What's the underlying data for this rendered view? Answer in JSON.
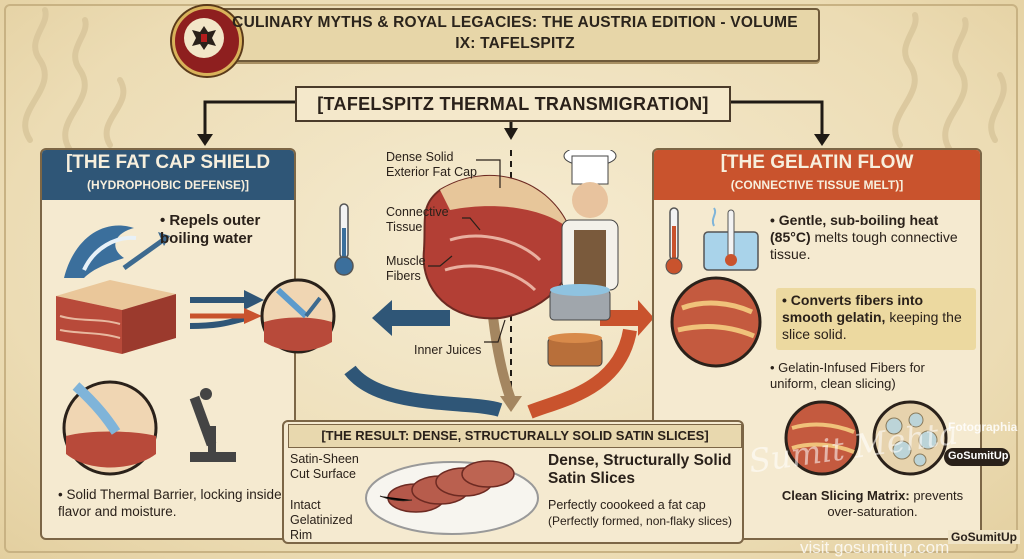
{
  "title": "CULINARY MYTHS & ROYAL LEGACIES: THE AUSTRIA EDITION - VOLUME IX: TAFELSPITZ",
  "section_header": "[TAFELSPITZ THERMAL TRANSMIGRATION]",
  "left_panel": {
    "title": "[THE FAT CAP SHIELD",
    "subtitle": "(HYDROPHOBIC DEFENSE)]",
    "bullet1": "• Repels outer boiling water",
    "bullet2": "• Solid Thermal Barrier, locking inside flavor and moisture."
  },
  "center_labels": {
    "fat_cap": "Dense Solid Exterior Fat Cap",
    "connective": "Connective Tissue",
    "muscle": "Muscle Fibers",
    "juices": "Inner Juices"
  },
  "right_panel": {
    "title": "[THE GELATIN FLOW",
    "subtitle": "(CONNECTIVE TISSUE MELT)]",
    "bullet1_bold": "• Gentle, sub-boiling heat (85°C)",
    "bullet1_rest": "melts tough connective tissue.",
    "bullet2_bold": "• Converts fibers into smooth gelatin,",
    "bullet2_rest": "keeping the slice solid.",
    "bullet3": "• Gelatin-Infused Fibers for uniform, clean slicing)",
    "matrix_bold": "Clean Slicing Matrix:",
    "matrix_rest": "prevents over-saturation."
  },
  "result": {
    "title": "[THE RESULT: DENSE, STRUCTURALLY SOLID SATIN SLICES]",
    "label_surface": "Satin-Sheen Cut Surface",
    "label_rim": "Intact Gelatinized Rim",
    "heading": "Dense, Structurally Solid Satin Slices",
    "line1": "Perfectly coookeed a fat cap",
    "line2": "(Perfectly formed, non-flaky slices)"
  },
  "watermarks": {
    "fotographia": "Fotographia",
    "brand": "GoSumitUp",
    "brand_badge": "GoSumitUp",
    "signature": "Sumit Mehta",
    "url": "visit gosumitup.com"
  },
  "colors": {
    "fat_blue": "#2f5677",
    "gelatin_orange": "#c9532d",
    "paper": "#efe2bf"
  }
}
